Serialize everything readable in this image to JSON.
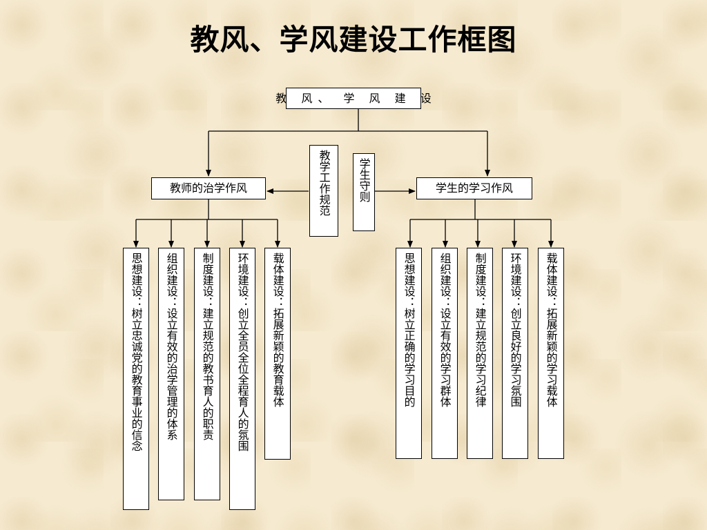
{
  "title": "教风、学风建设工作框图",
  "root": "教 风、 学 风 建 设",
  "teacher": {
    "heading": "教师的治学作风",
    "items": [
      "思想建设：树立忠诚党的教育事业的信念",
      "组织建设：设立有效的治学管理的体系",
      "制度建设：建立规范的教书育人的职责",
      "环境建设：创立全员全位全程育人的氛围",
      "载体建设：拓展新颖的教育载体"
    ]
  },
  "center_left": "教学工作规范",
  "center_right": "学生守则",
  "student": {
    "heading": "学生的学习作风",
    "items": [
      "思想建设：树立正确的学习目的",
      "组织建设：设立有效的学习群体",
      "制度建设：建立规范的学习纪律",
      "环境建设：创立良好的学习氛围",
      "载体建设：拓展新颖的学习载体"
    ]
  }
}
